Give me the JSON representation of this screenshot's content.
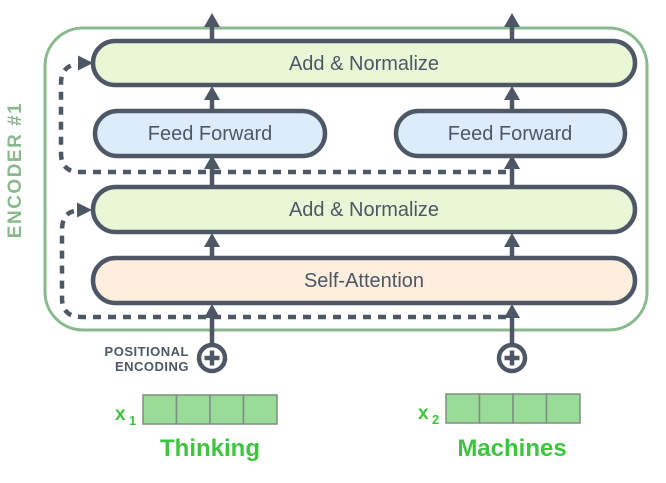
{
  "colors": {
    "background": "#ffffff",
    "dark_slate": "#4d5766",
    "encoder_border_green": "#8ab98e",
    "add_normalize_fill": "#e9f7d6",
    "feed_forward_fill": "#ddecfb",
    "self_attention_fill": "#fdeede",
    "vector_cell_fill": "#9adb9a",
    "vector_cell_border": "#7f8f7f",
    "token_text_green": "#3ec43e"
  },
  "encoder": {
    "label": "ENCODER #1",
    "layers": {
      "add_normalize_top": "Add & Normalize",
      "feed_forward_left": "Feed Forward",
      "feed_forward_right": "Feed Forward",
      "add_normalize_bottom": "Add & Normalize",
      "self_attention": "Self-Attention"
    }
  },
  "positional_encoding": {
    "label_line1": "POSITIONAL",
    "label_line2": "ENCODING"
  },
  "icons": {
    "plus_circle": "plus-in-circle",
    "solid_connector": "up-arrow",
    "residual_connector": "dashed-right-arrow"
  },
  "tokens": [
    {
      "label_var": "x",
      "label_sub": "1",
      "word": "Thinking",
      "vector_cells": 4
    },
    {
      "label_var": "x",
      "label_sub": "2",
      "word": "Machines",
      "vector_cells": 4
    }
  ]
}
